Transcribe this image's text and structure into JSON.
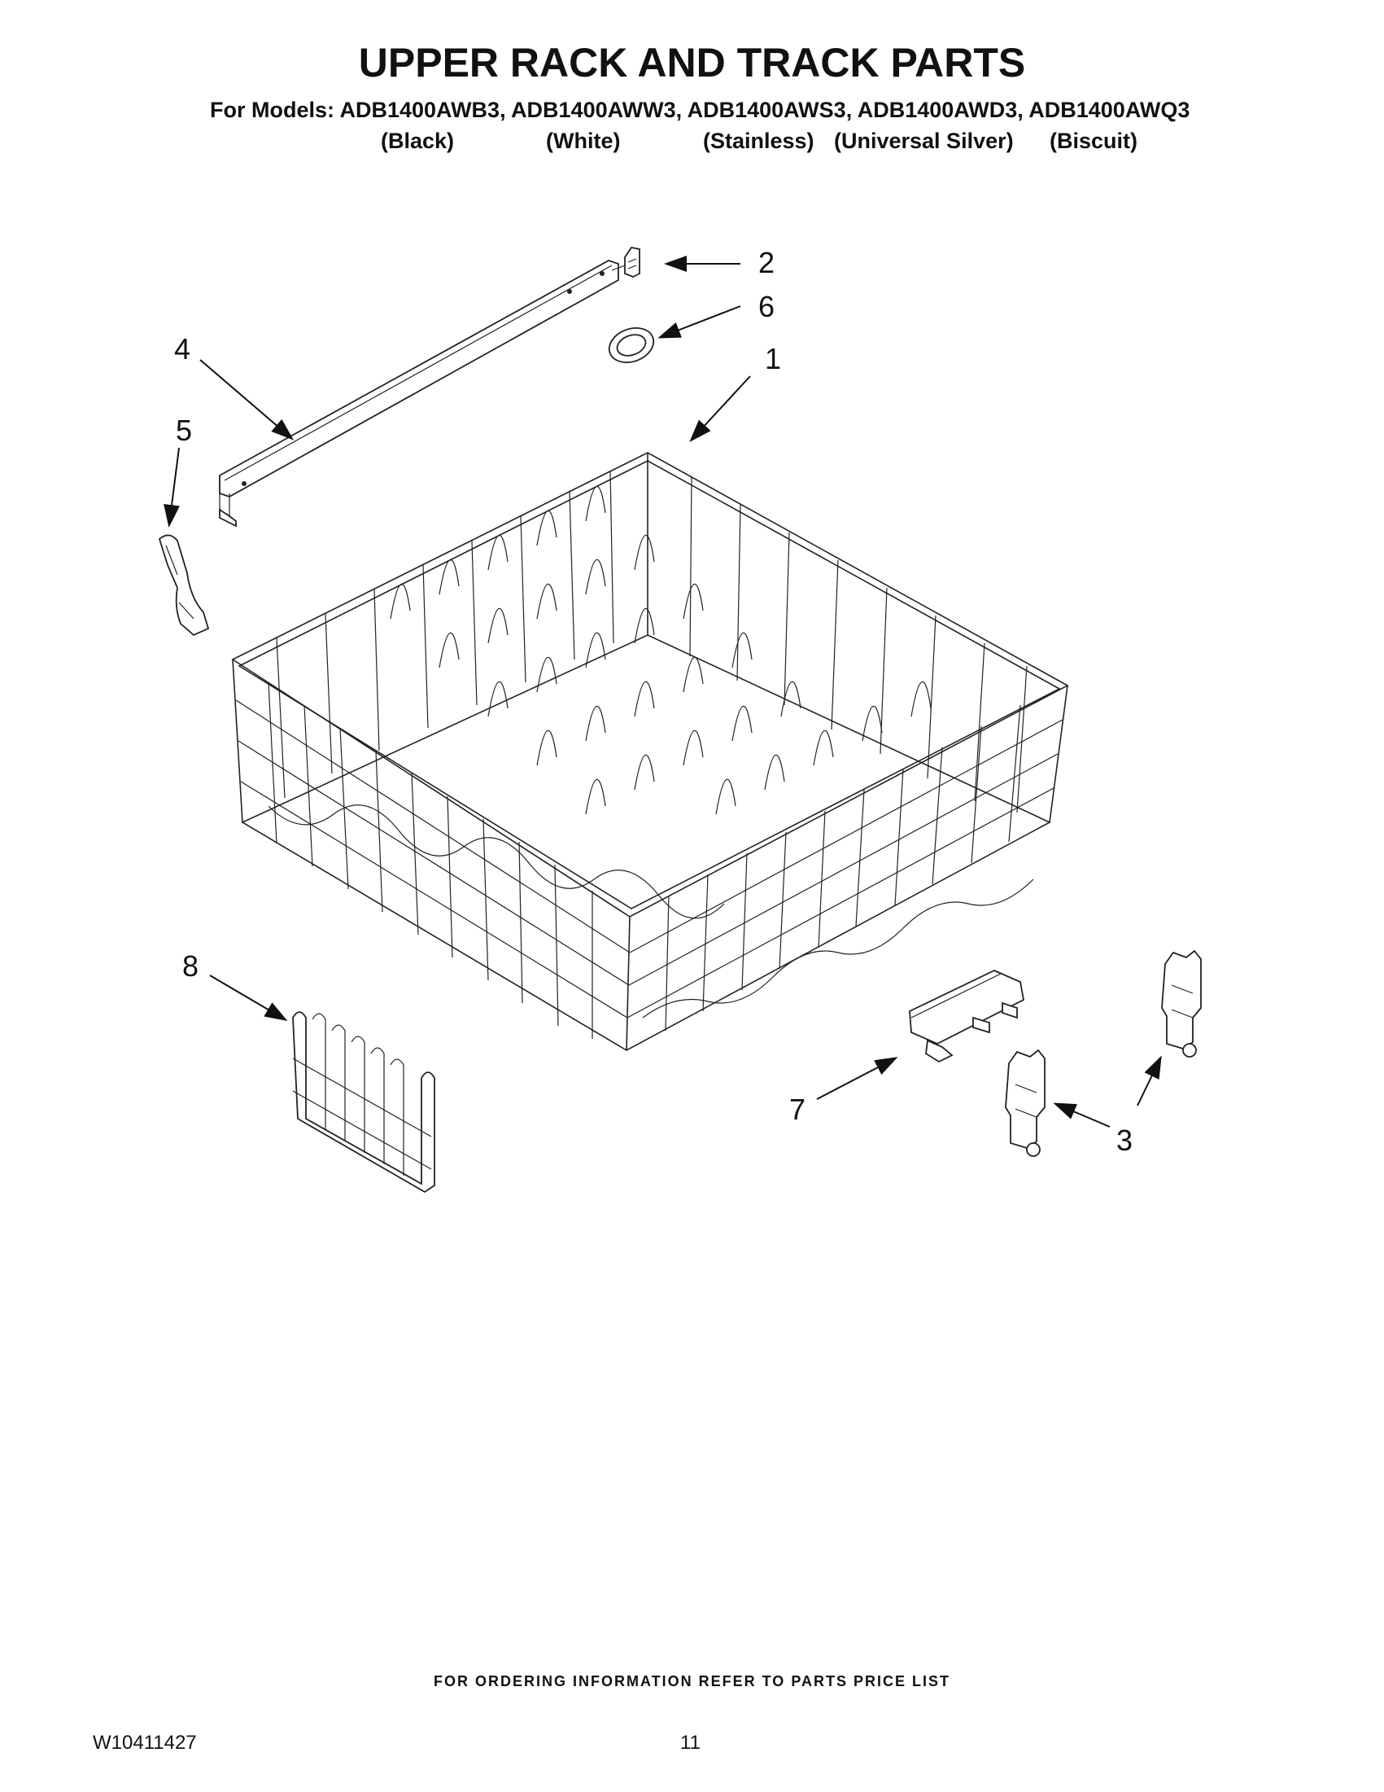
{
  "header": {
    "title": "UPPER RACK AND TRACK PARTS",
    "models_line": "For Models: ADB1400AWB3, ADB1400AWW3, ADB1400AWS3, ADB1400AWD3, ADB1400AWQ3",
    "colors": [
      "(Black)",
      "(White)",
      "(Stainless)",
      "(Universal Silver)",
      "(Biscuit)"
    ]
  },
  "callouts": {
    "c1": "1",
    "c2": "2",
    "c3": "3",
    "c4": "4",
    "c5": "5",
    "c6": "6",
    "c7": "7",
    "c8": "8"
  },
  "footer": {
    "ordering_note": "FOR ORDERING INFORMATION REFER TO PARTS PRICE LIST",
    "doc_number": "W10411427",
    "page_number": "11"
  }
}
